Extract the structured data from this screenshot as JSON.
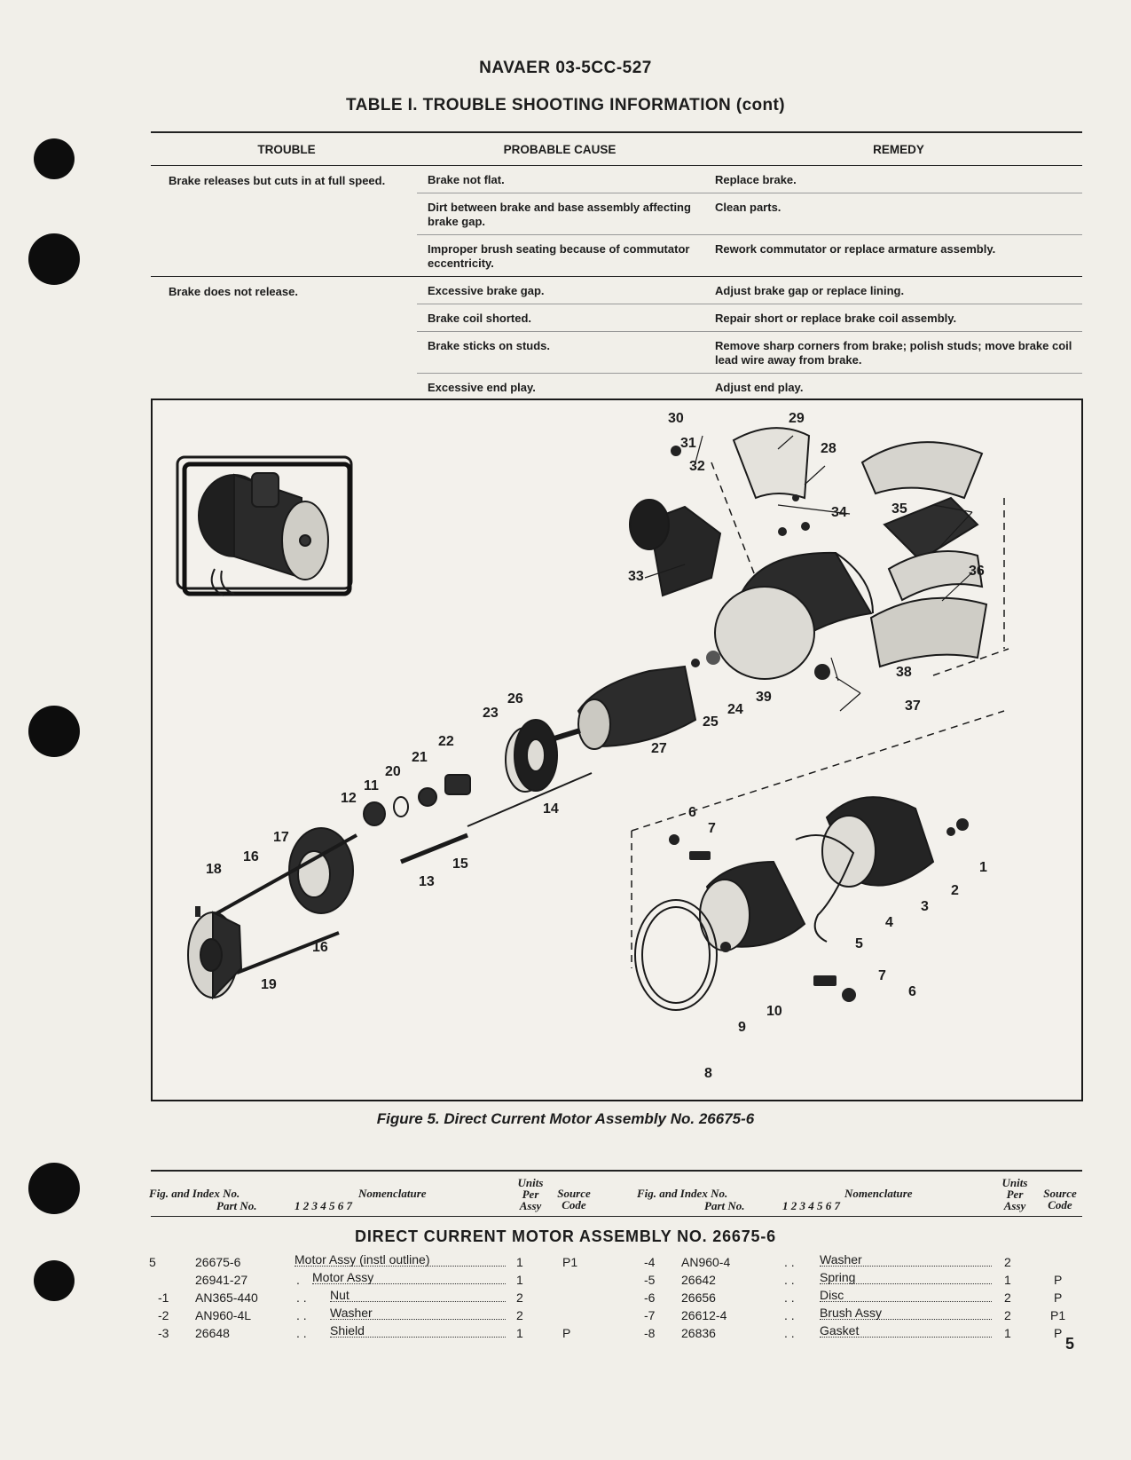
{
  "document": {
    "id": "NAVAER 03-5CC-527",
    "page_number": "5"
  },
  "table": {
    "title": "TABLE I. TROUBLE SHOOTING INFORMATION (cont)",
    "headers": [
      "TROUBLE",
      "PROBABLE CAUSE",
      "REMEDY"
    ],
    "groups": [
      {
        "trouble": "Brake releases but cuts in at full speed.",
        "rows": [
          {
            "cause": "Brake not flat.",
            "remedy": "Replace brake."
          },
          {
            "cause": "Dirt between brake and base assembly affecting brake gap.",
            "remedy": "Clean parts."
          },
          {
            "cause": "Improper brush seating because of commutator eccentricity.",
            "remedy": "Rework commutator or replace armature assembly."
          }
        ]
      },
      {
        "trouble": "Brake does not release.",
        "rows": [
          {
            "cause": "Excessive brake gap.",
            "remedy": "Adjust brake gap or replace lining."
          },
          {
            "cause": "Brake coil shorted.",
            "remedy": "Repair short or replace brake coil assembly."
          },
          {
            "cause": "Brake sticks on studs.",
            "remedy": "Remove sharp corners from brake; polish studs; move brake coil lead wire away from brake."
          },
          {
            "cause": "Excessive end play.",
            "remedy": "Adjust end play."
          }
        ]
      }
    ]
  },
  "figure": {
    "caption": "Figure 5. Direct Current Motor Assembly No. 26675-6",
    "callouts": [
      "1",
      "2",
      "3",
      "4",
      "5",
      "6",
      "6",
      "7",
      "7",
      "8",
      "9",
      "10",
      "11",
      "12",
      "13",
      "14",
      "15",
      "16",
      "16",
      "17",
      "18",
      "19",
      "20",
      "21",
      "22",
      "23",
      "24",
      "25",
      "26",
      "27",
      "28",
      "29",
      "30",
      "31",
      "32",
      "33",
      "34",
      "35",
      "36",
      "37",
      "38",
      "39"
    ]
  },
  "parts_list": {
    "col_headers": {
      "fig_index": "Fig. and Index No.",
      "part_no": "Part No.",
      "indent_levels": "1 2 3 4 5 6 7",
      "nomenclature": "Nomenclature",
      "units": "Units Per Assy",
      "source": "Source Code"
    },
    "title": "DIRECT CURRENT MOTOR ASSEMBLY NO. 26675-6",
    "left_rows": [
      {
        "fig": "5",
        "part": "26675-6",
        "dots": "",
        "nom": "Motor Assy (instl outline)",
        "units": "1",
        "src": "P1"
      },
      {
        "fig": "",
        "part": "26941-27",
        "dots": ".",
        "nom": "Motor Assy",
        "units": "1",
        "src": ""
      },
      {
        "fig": "-1",
        "part": "AN365-440",
        "dots": ". .",
        "nom": "Nut",
        "units": "2",
        "src": ""
      },
      {
        "fig": "-2",
        "part": "AN960-4L",
        "dots": ". .",
        "nom": "Washer",
        "units": "2",
        "src": ""
      },
      {
        "fig": "-3",
        "part": "26648",
        "dots": ". .",
        "nom": "Shield",
        "units": "1",
        "src": "P"
      }
    ],
    "right_rows": [
      {
        "fig": "-4",
        "part": "AN960-4",
        "dots": ". .",
        "nom": "Washer",
        "units": "2",
        "src": ""
      },
      {
        "fig": "-5",
        "part": "26642",
        "dots": ". .",
        "nom": "Spring",
        "units": "1",
        "src": "P"
      },
      {
        "fig": "-6",
        "part": "26656",
        "dots": ". .",
        "nom": "Disc",
        "units": "2",
        "src": "P"
      },
      {
        "fig": "-7",
        "part": "26612-4",
        "dots": ". .",
        "nom": "Brush Assy",
        "units": "2",
        "src": "P1"
      },
      {
        "fig": "-8",
        "part": "26836",
        "dots": ". .",
        "nom": "Gasket",
        "units": "1",
        "src": "P"
      }
    ]
  },
  "colors": {
    "paper": "#f1efe9",
    "ink": "#1c1c1c",
    "binder_hole": "#0d0d0d"
  }
}
